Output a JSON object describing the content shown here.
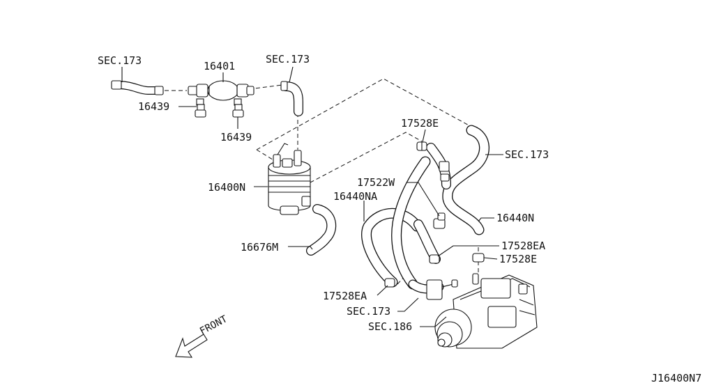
{
  "labels": {
    "sec173_top_left": "SEC.173",
    "p16401": "16401",
    "sec173_top_mid": "SEC.173",
    "p16439_a": "16439",
    "p16439_b": "16439",
    "p17528e_top": "17528E",
    "sec173_right": "SEC.173",
    "p17522w": "17522W",
    "p16400n": "16400N",
    "p16440na": "16440NA",
    "p16440n": "16440N",
    "p16676m": "16676M",
    "p17528ea_right": "17528EA",
    "p17528e_right": "17528E",
    "p17528ea_left": "17528EA",
    "sec173_bottom": "SEC.173",
    "sec186": "SEC.186",
    "front": "FRONT",
    "diagram_id": "J16400N7"
  },
  "icons": {
    "front_arrow": "front-arrow-icon"
  }
}
